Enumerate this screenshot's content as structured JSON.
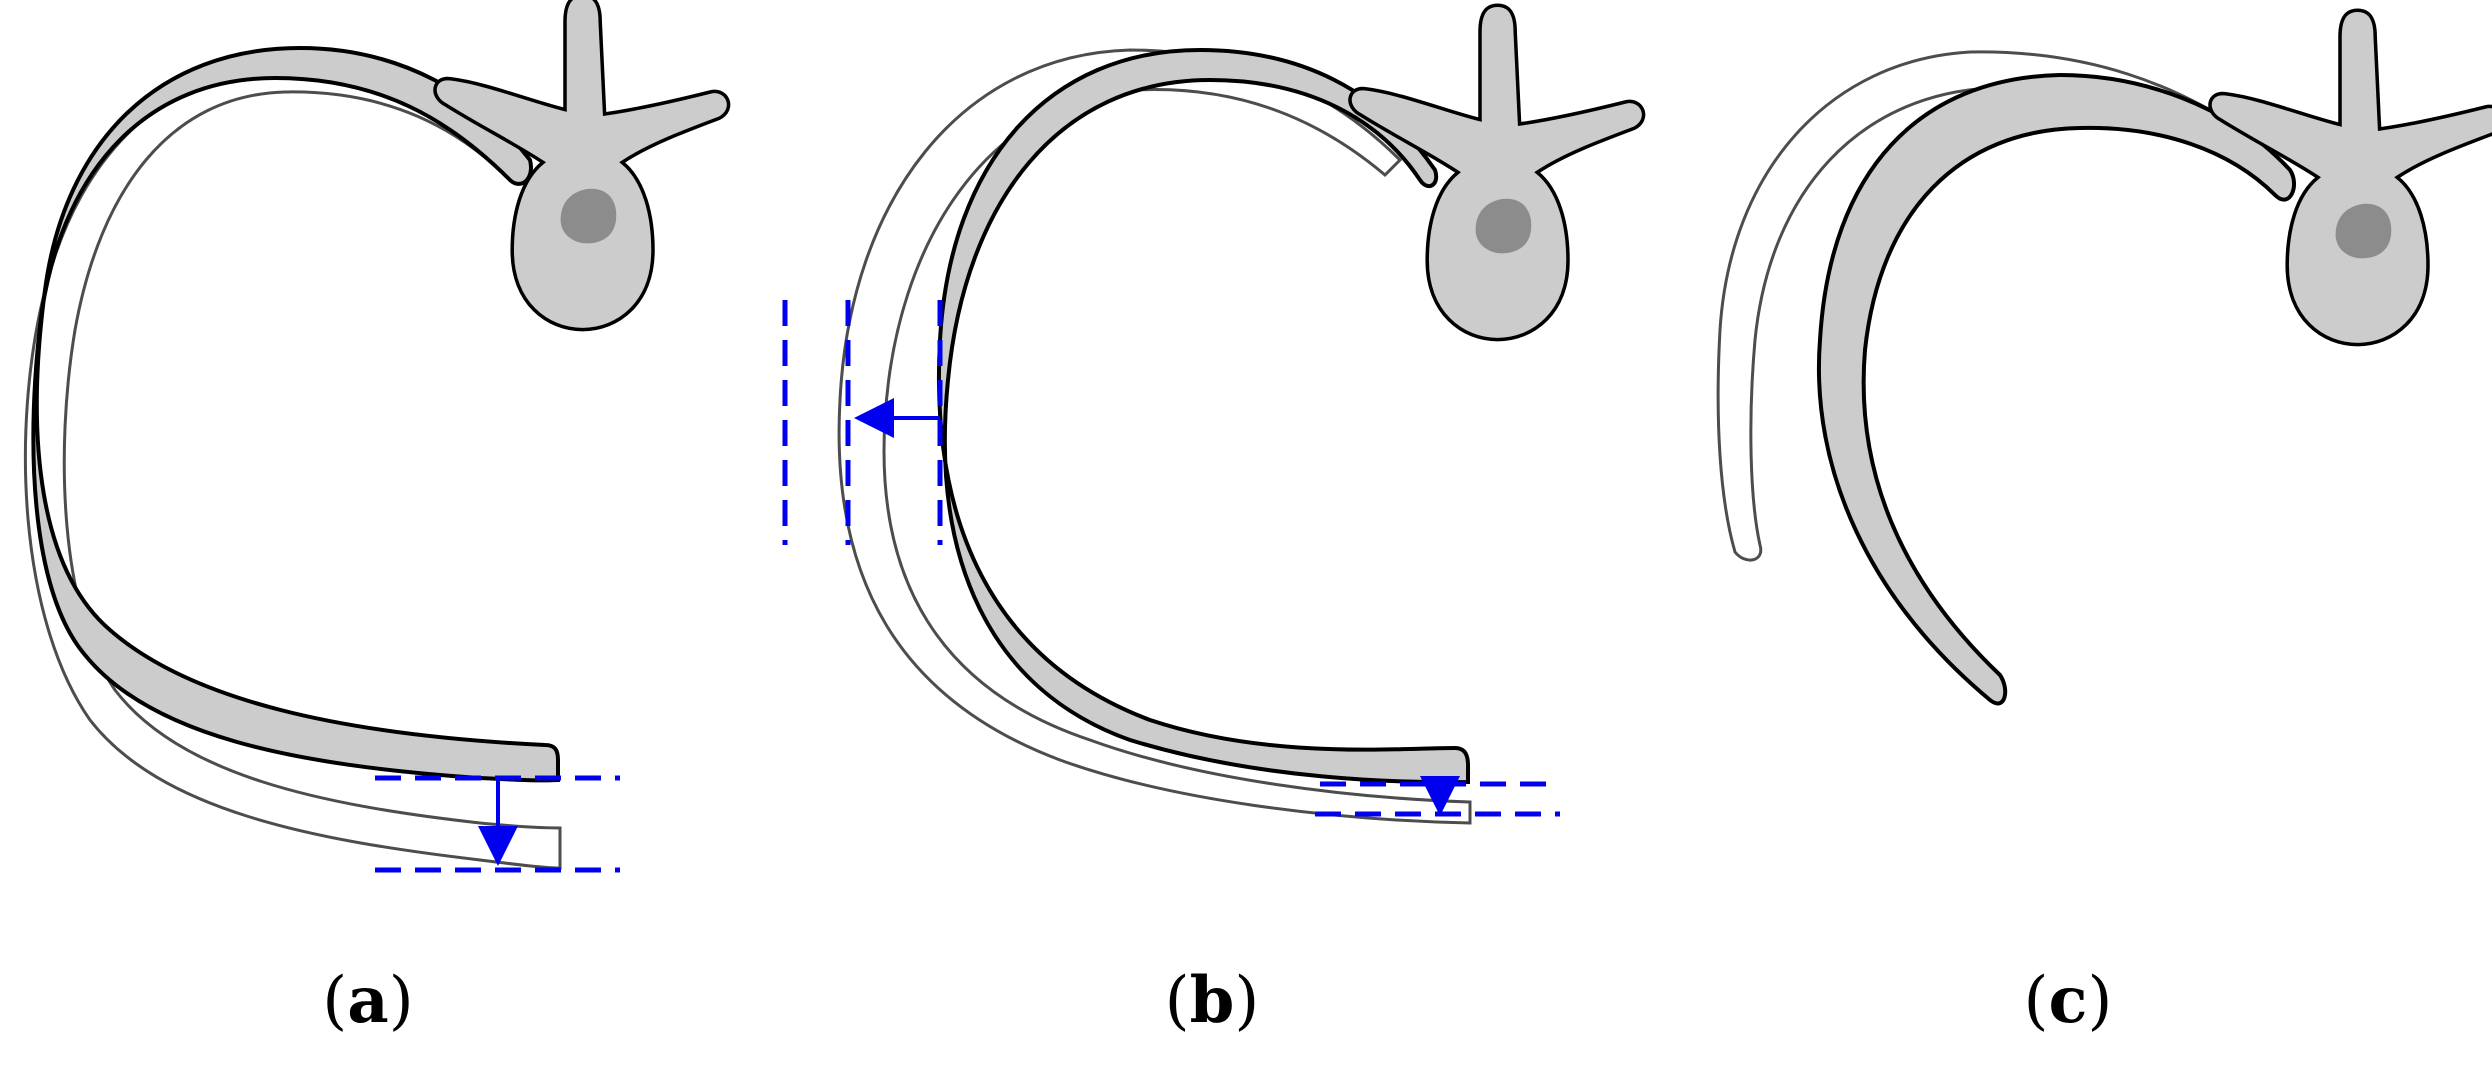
{
  "figure": {
    "panels": [
      {
        "id": "a",
        "caption_letter": "a"
      },
      {
        "id": "b",
        "caption_letter": "b"
      },
      {
        "id": "c",
        "caption_letter": "c"
      }
    ],
    "colors": {
      "bone_fill": "#cccccc",
      "bone_stroke": "#000000",
      "vertebra_body_spot": "#8c8c8c",
      "displaced_outline": "#4d4d4d",
      "displacement_markers": "#0000ee"
    },
    "icons": {
      "rib": "rib-shape",
      "vertebra": "vertebra-shape",
      "displacement_arrow": "arrow-icon"
    }
  }
}
